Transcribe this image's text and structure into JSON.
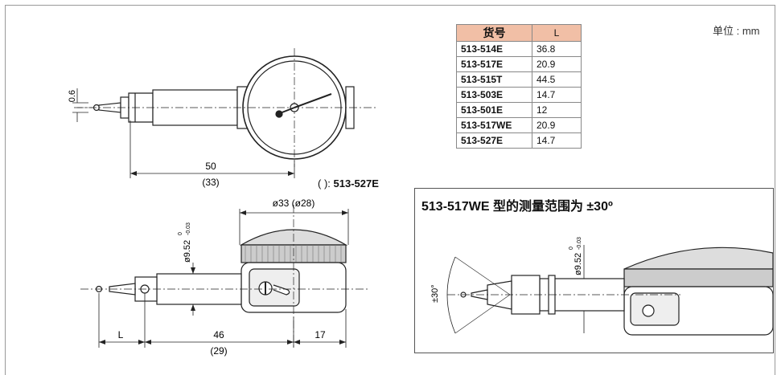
{
  "unit_label": "单位 : mm",
  "table": {
    "headers": [
      "货号",
      "L"
    ],
    "rows": [
      {
        "model": "513-514E",
        "L": "36.8"
      },
      {
        "model": "513-517E",
        "L": "20.9"
      },
      {
        "model": "513-515T",
        "L": "44.5"
      },
      {
        "model": "513-503E",
        "L": "14.7"
      },
      {
        "model": "513-501E",
        "L": "12"
      },
      {
        "model": "513-517WE",
        "L": "20.9"
      },
      {
        "model": "513-527E",
        "L": "14.7"
      }
    ]
  },
  "note": {
    "prefix": "( ): ",
    "model": "513-527E"
  },
  "dims": {
    "stylus_offset": "0.6",
    "length_50": "50",
    "length_33": "(33)",
    "dia_33": "ø33 (ø28)",
    "shank_dia": "ø9.52",
    "tol_upper": "0",
    "tol_lower": "-0.03",
    "L": "L",
    "len_46": "46",
    "len_29": "(29)",
    "len_17": "17",
    "angle_30": "±30°"
  },
  "inset": {
    "title_model": "513-517WE",
    "title_text": " 型的测量范围为 ±30º"
  }
}
